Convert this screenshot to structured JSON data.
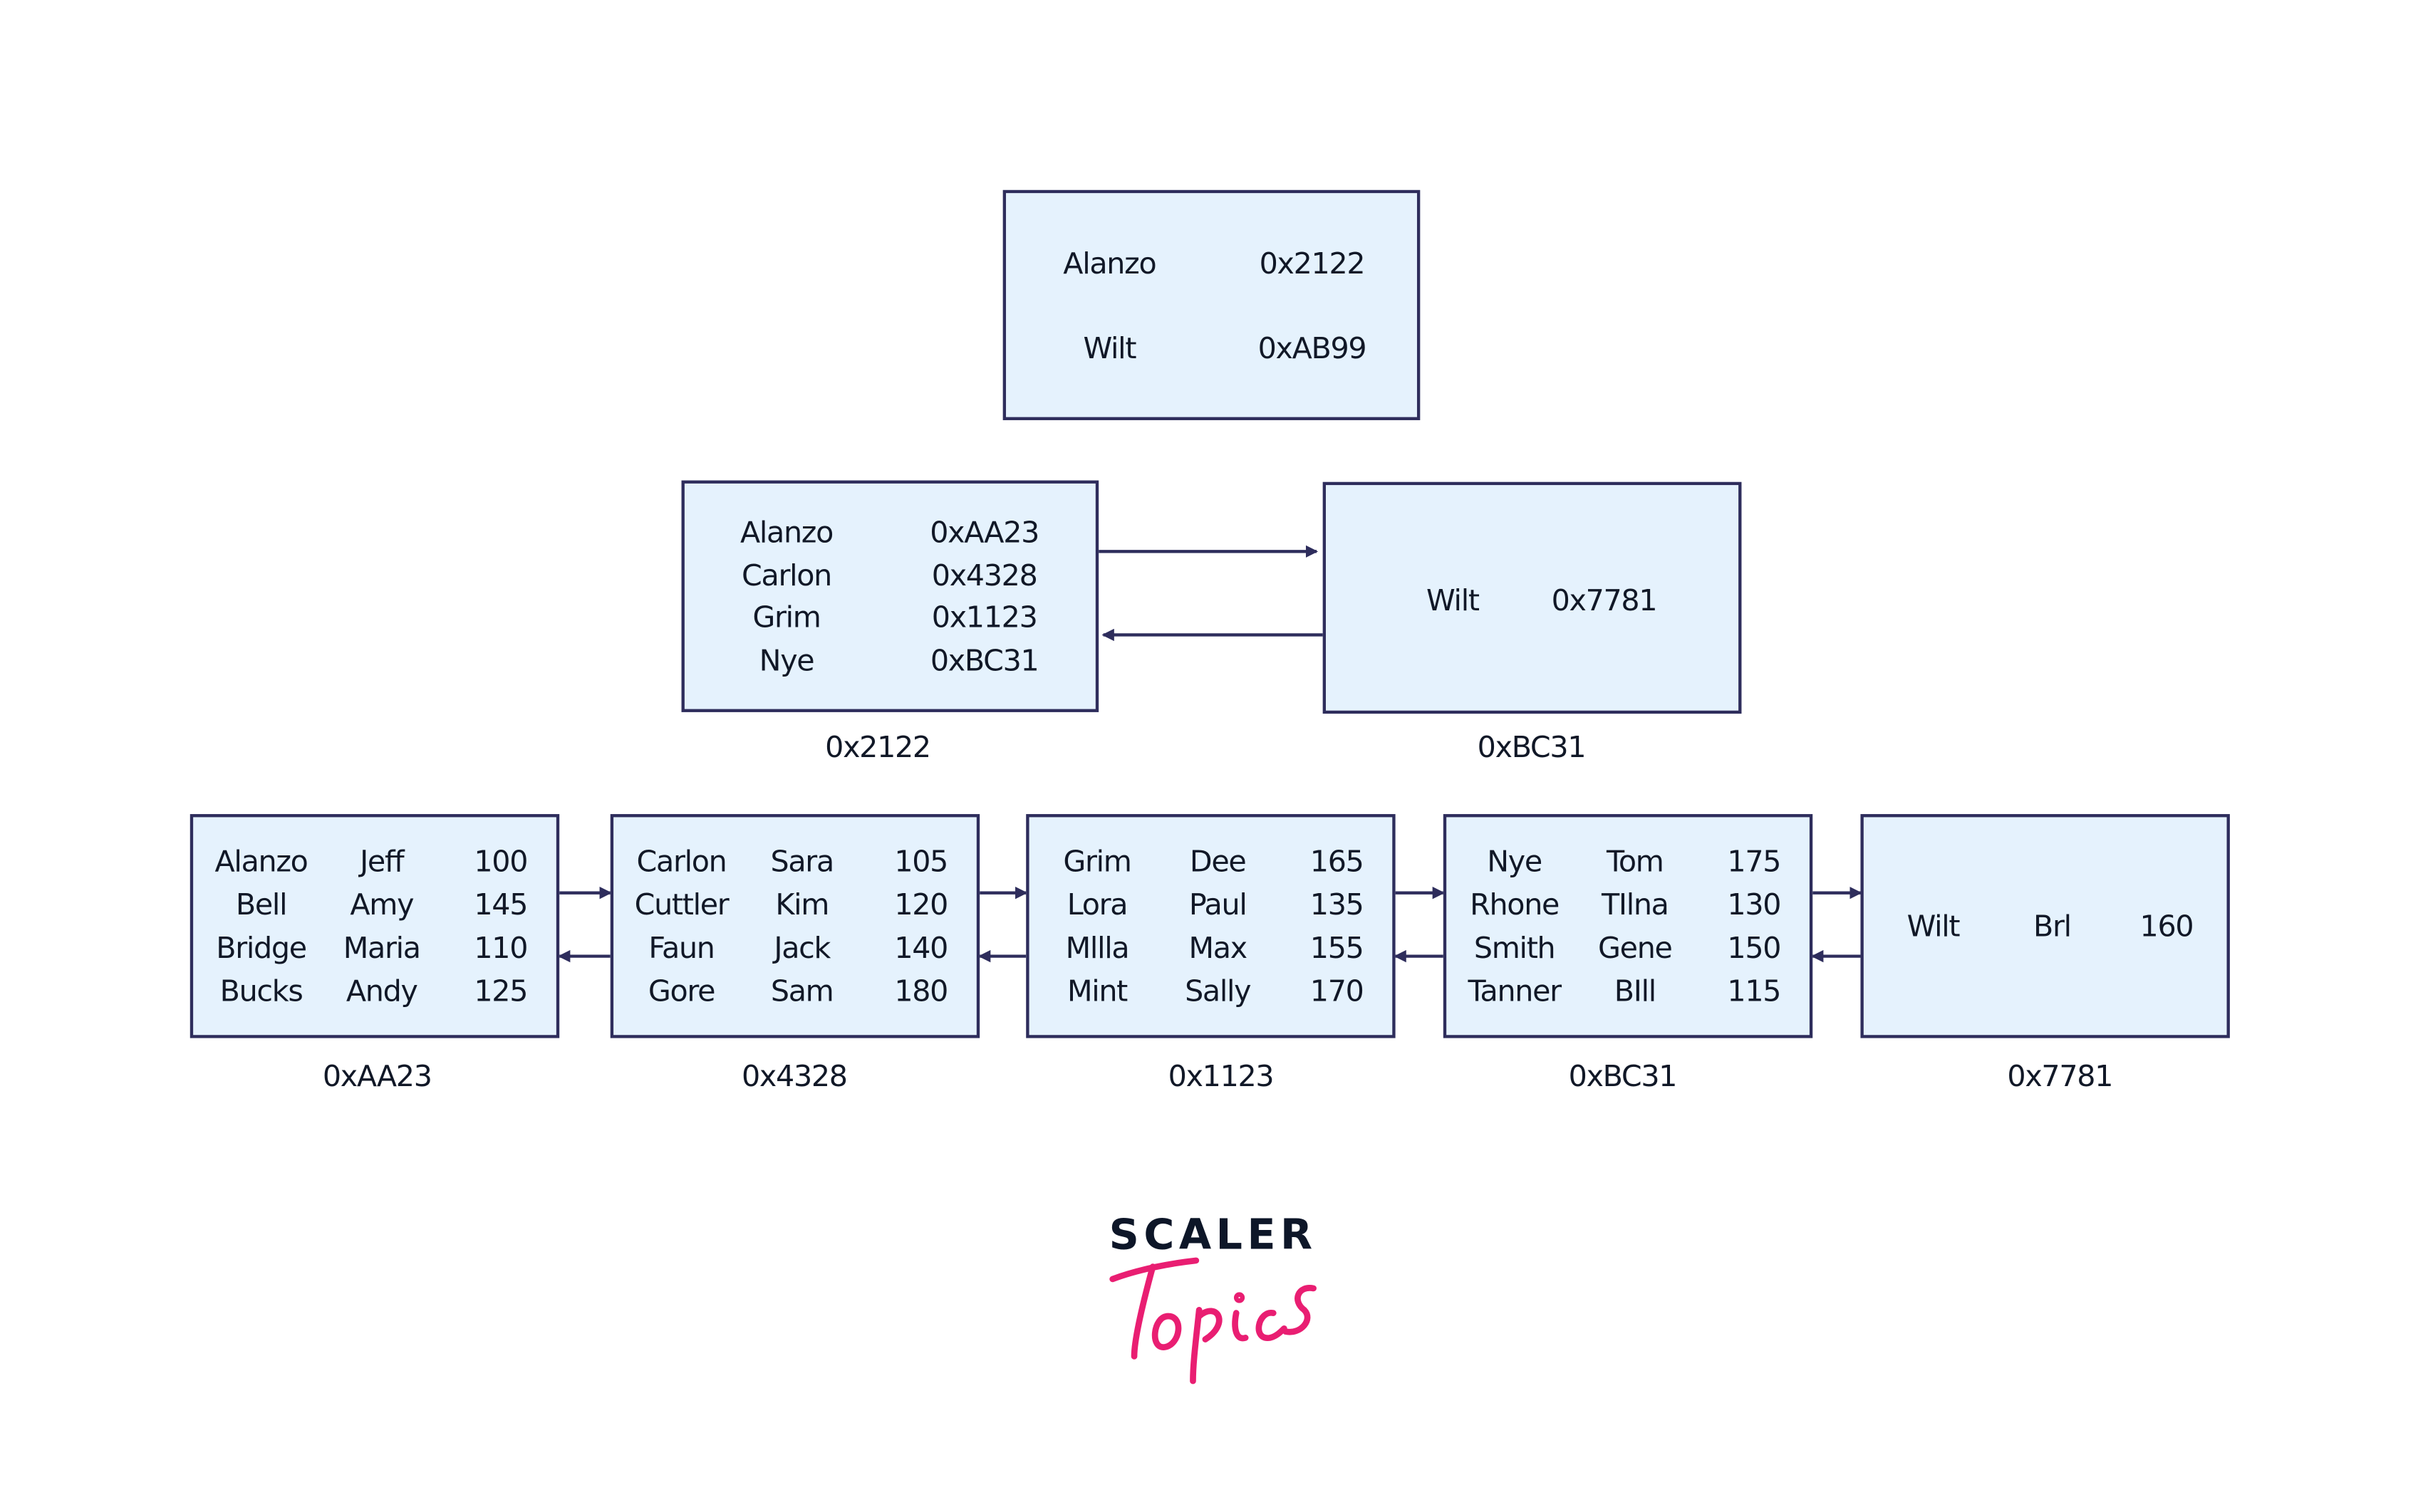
{
  "colors": {
    "node_fill": "#e5f2fd",
    "node_border": "#2e2d5c",
    "arrow": "#2e2d5c",
    "logo_dark": "#0d1628",
    "logo_pink": "#e91e72"
  },
  "root": {
    "rows": [
      [
        "Alanzo",
        "0x2122"
      ],
      [
        "Wilt",
        "0xAB99"
      ]
    ]
  },
  "internal": [
    {
      "address": "0x2122",
      "rows": [
        [
          "Alanzo",
          "0xAA23"
        ],
        [
          "Carlon",
          "0x4328"
        ],
        [
          "Grim",
          "0x1123"
        ],
        [
          "Nye",
          "0xBC31"
        ]
      ]
    },
    {
      "address": "0xBC31",
      "rows": [
        [
          "Wilt",
          "0x7781"
        ]
      ]
    }
  ],
  "leaves": [
    {
      "address": "0xAA23",
      "rows": [
        [
          "Alanzo",
          "Jeff",
          "100"
        ],
        [
          "Bell",
          "Amy",
          "145"
        ],
        [
          "Bridge",
          "Maria",
          "110"
        ],
        [
          "Bucks",
          "Andy",
          "125"
        ]
      ]
    },
    {
      "address": "0x4328",
      "rows": [
        [
          "Carlon",
          "Sara",
          "105"
        ],
        [
          "Cuttler",
          "Kim",
          "120"
        ],
        [
          "Faun",
          "Jack",
          "140"
        ],
        [
          "Gore",
          "Sam",
          "180"
        ]
      ]
    },
    {
      "address": "0x1123",
      "rows": [
        [
          "Grim",
          "Dee",
          "165"
        ],
        [
          "Lora",
          "Paul",
          "135"
        ],
        [
          "Mllla",
          "Max",
          "155"
        ],
        [
          "Mint",
          "Sally",
          "170"
        ]
      ]
    },
    {
      "address": "0xBC31",
      "rows": [
        [
          "Nye",
          "Tom",
          "175"
        ],
        [
          "Rhone",
          "TIlna",
          "130"
        ],
        [
          "Smith",
          "Gene",
          "150"
        ],
        [
          "Tanner",
          "BIll",
          "115"
        ]
      ]
    },
    {
      "address": "0x7781",
      "rows": [
        [
          "Wilt",
          "Brl",
          "160"
        ]
      ]
    }
  ],
  "logo": {
    "line1": "SCALER",
    "line2": "Topics"
  }
}
